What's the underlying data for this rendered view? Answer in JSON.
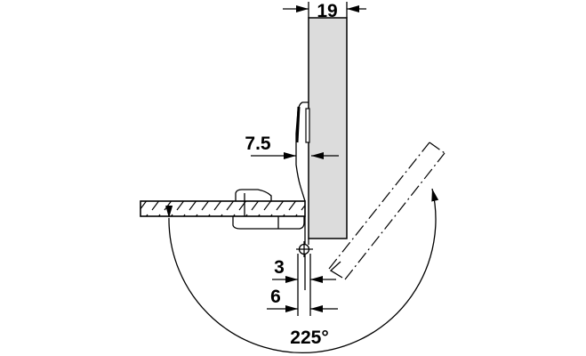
{
  "diagram": {
    "dimensions": {
      "door_thickness": "19",
      "hinge_offset": "7.5",
      "gap_small": "3",
      "gap_large": "6",
      "opening_angle": "225°"
    },
    "colors": {
      "door_fill": "#dcdcdc",
      "line": "#000000"
    }
  }
}
